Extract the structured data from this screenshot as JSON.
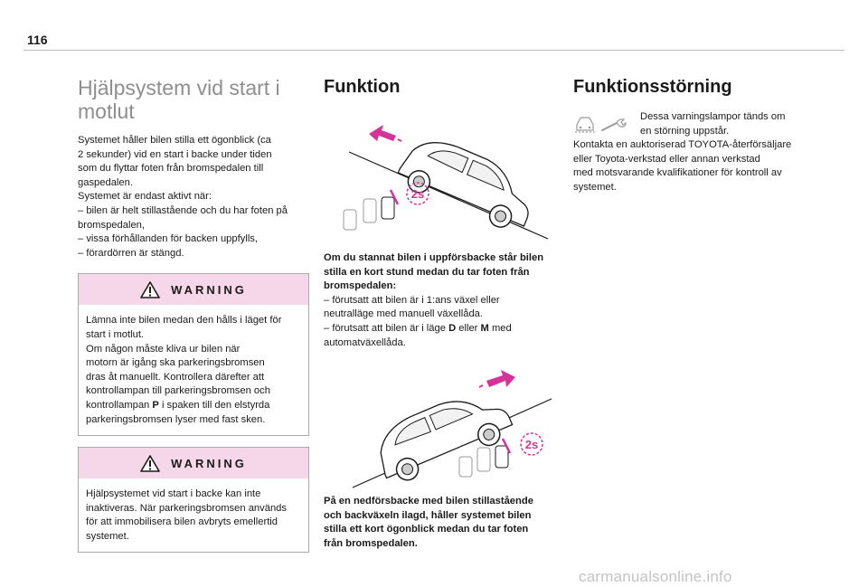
{
  "page": {
    "number": "116",
    "watermark": "carmanualsonline.info"
  },
  "col1": {
    "title": "Hjälpsystem vid start i motlut",
    "intro": "Systemet håller bilen stilla ett ögonblick (ca\n2 sekunder) vid en start i backe under tiden\nsom du flyttar foten från bromspedalen till\ngaspedalen.\nSystemet är endast aktivt när:\n–  bilen är helt stillastående och du har foten på\nbromspedalen,\n–  vissa förhållanden för backen uppfylls,\n–  förardörren är stängd.",
    "warning1": {
      "title": "WARNING",
      "text_a": "Lämna inte bilen medan den hålls i läget för\nstart i motlut.\nOm någon måste kliva ur bilen när\nmotorn är igång ska parkeringsbromsen\ndras åt manuellt. Kontrollera därefter att\nkontrollampan till parkeringsbromsen och\nkontrollampan ",
      "text_bold": "P",
      "text_b": " i spaken till den elstyrda\nparkeringsbromsen lyser med fast sken."
    },
    "warning2": {
      "title": "WARNING",
      "text": "Hjälpsystemet vid start i backe kan inte\ninaktiveras. När parkeringsbromsen används\nför att immobilisera bilen avbryts emellertid\nsystemet."
    }
  },
  "col2": {
    "title": "Funktion",
    "illus_label": "2s",
    "caption1_bold": "Om du stannat bilen i uppförsbacke står bilen\nstilla en kort stund medan du tar foten från\nbromspedalen:",
    "caption1_a": "\n–  förutsatt att bilen är i 1:ans växel eller\nneutralläge med manuell växellåda.\n–  förutsatt att bilen är i läge ",
    "caption1_d": "D",
    "caption1_mid": " eller ",
    "caption1_m": "M",
    "caption1_b": " med\nautomatväxellåda.",
    "caption2": "På en nedförsbacke med bilen stillastående\noch backväxeln ilagd, håller systemet bilen\nstilla ett kort ögonblick medan du tar foten\nfrån bromspedalen."
  },
  "col3": {
    "title": "Funktionsstörning",
    "lamps_text": "Dessa varningslampor tänds om\nen störning uppstår.",
    "contact_text": "Kontakta en auktoriserad TOYOTA-återförsäljare\neller Toyota-verkstad eller annan verkstad\nmed motsvarande kvalifikationer för kontroll av\nsystemet."
  },
  "colors": {
    "accent_pink": "#f6d7ea",
    "arrow_magenta": "#d6339a",
    "title_grey": "#8e8e8e"
  }
}
